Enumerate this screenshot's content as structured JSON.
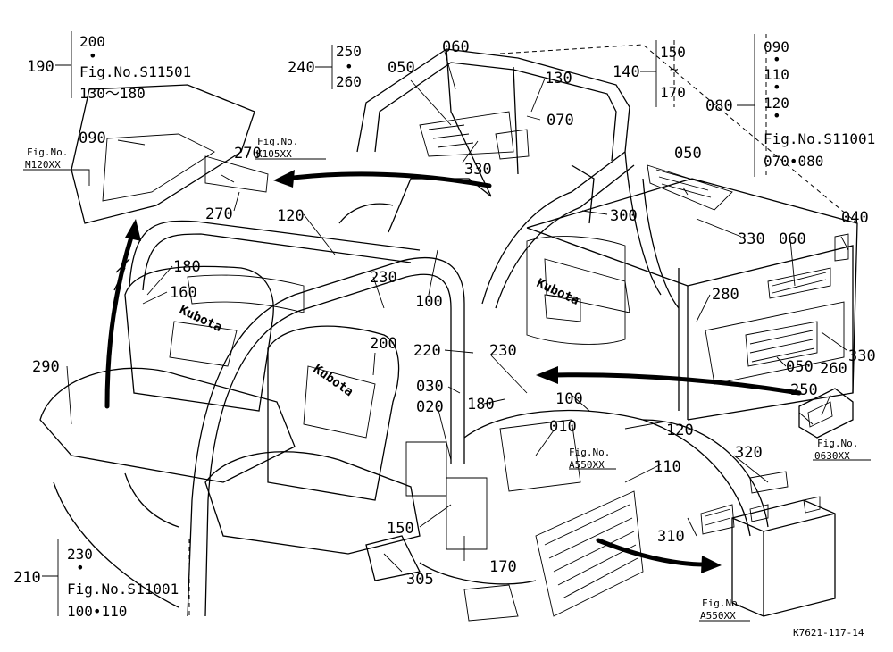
{
  "diagram_code": "K7621-117-14",
  "callouts": {
    "c190": "190",
    "c240": "240",
    "c140": "140",
    "c080": "080",
    "c210": "210",
    "c090": "090",
    "c270a": "270",
    "c270b": "270",
    "c060a": "060",
    "c050a": "050",
    "c130": "130",
    "c070": "070",
    "c330a": "330",
    "c050b": "050",
    "c300": "300",
    "c330b": "330",
    "c040": "040",
    "c060b": "060",
    "c120a": "120",
    "c180a": "180",
    "c160": "160",
    "c230a": "230",
    "c100a": "100",
    "c280": "280",
    "c330c": "330",
    "c290": "290",
    "c200": "200",
    "c220": "220",
    "c230b": "230",
    "c050c": "050",
    "c260": "260",
    "c250": "250",
    "c030": "030",
    "c100b": "100",
    "c180b": "180",
    "c120b": "120",
    "c020": "020",
    "c010": "010",
    "c110": "110",
    "c320": "320",
    "c310": "310",
    "c150": "150",
    "c170": "170",
    "c305": "305"
  },
  "groups": {
    "g190": {
      "line1": "200",
      "dot": "•",
      "line2": "Fig.No.S11501",
      "line3": "130〜180"
    },
    "g240": {
      "line1": "250",
      "dot": "•",
      "line2": "260"
    },
    "g140": {
      "line1": "150",
      "tilde": "~",
      "line2": "170"
    },
    "g080": {
      "line1": "090",
      "dot1": "•",
      "line2": "110",
      "dot2": "•",
      "line3": "120",
      "dot3": "•",
      "line4": "Fig.No.S11001",
      "line5": "070•080"
    },
    "g210": {
      "line1": "230",
      "dot": "•",
      "line2": "Fig.No.S11001",
      "line3": "100•110"
    }
  },
  "fig_refs": {
    "m120": {
      "label": "Fig.No.",
      "code": "M120XX"
    },
    "k105": {
      "label": "Fig.No.",
      "code": "K105XX"
    },
    "a550a": {
      "label": "Fig.No.",
      "code": "A550XX"
    },
    "f0630": {
      "label": "Fig.No.",
      "code": "0630XX"
    },
    "a550b": {
      "label": "Fig.No.",
      "code": "A550XX"
    }
  },
  "brand": "Kubota"
}
